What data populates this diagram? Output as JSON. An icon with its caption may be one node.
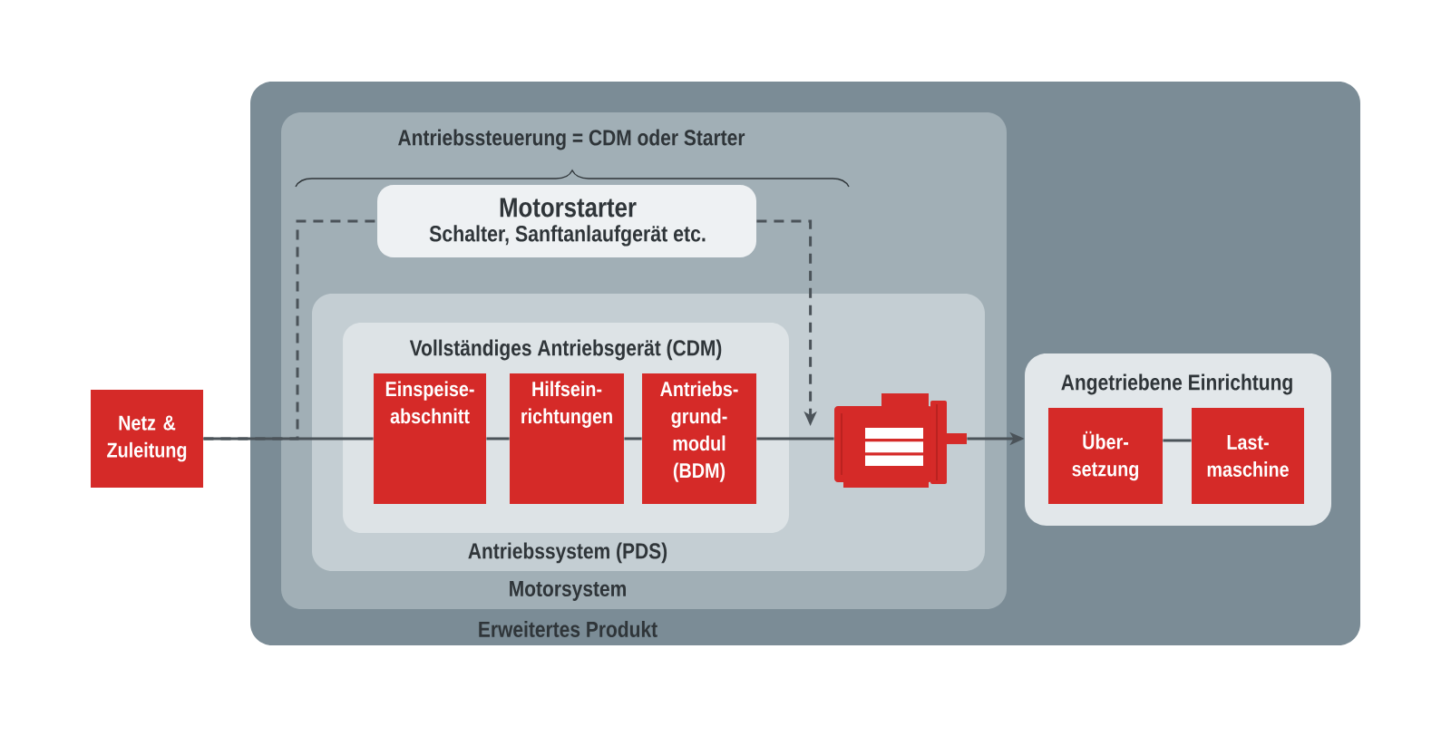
{
  "diagram": {
    "nodes": [
      {
        "text": [
          "Erweitertes Produkt"
        ]
      },
      {
        "text": [
          "Motorsystem"
        ],
        "in": 0
      },
      {
        "text": [
          "Motorstarter",
          "Schalter, Sanftanlaufgerät etc."
        ],
        "in": 1
      },
      {
        "text": [
          "Antriebssystem (PDS)"
        ],
        "in": 1
      },
      {
        "text": [
          "Vollständiges Antriebsgerät (CDM)"
        ],
        "in": 3
      },
      {
        "text": [
          "Einspeise- abschnitt"
        ],
        "in": 4
      },
      {
        "text": [
          "Hilfsein- richtungen"
        ],
        "in": 4
      },
      {
        "text": [
          "Antriebs- grund- modul (BDM)"
        ],
        "in": 4
      },
      {
        "text": [],
        "shape": "picture",
        "in": 3
      },
      {
        "text": [
          "Netz & Zuleitung"
        ]
      },
      {
        "text": [
          "Angetriebene Einrichtung"
        ],
        "in": 0
      },
      {
        "text": [
          "Über- setzung"
        ],
        "in": 10
      },
      {
        "text": [
          "Last- maschine"
        ],
        "in": 10
      }
    ],
    "edges": [
      {
        "from": 9,
        "to": 5,
        "arrow": "none"
      },
      {
        "from": 5,
        "to": 6,
        "arrow": "none"
      },
      {
        "from": 6,
        "to": 7,
        "arrow": "none"
      },
      {
        "from": 7,
        "to": 8,
        "arrow": "none"
      },
      {
        "from": 8,
        "to": 10,
        "arrow": "to"
      },
      {
        "from": 11,
        "to": 12,
        "arrow": "none"
      },
      {
        "from": 9,
        "to": 2,
        "arrow": "none",
        "style": "dashed"
      },
      {
        "from": 2,
        "to": 8,
        "arrow": "to",
        "style": "dashed"
      }
    ],
    "labels": [
      "Antriebssteuerung = CDM oder Starter"
    ]
  }
}
